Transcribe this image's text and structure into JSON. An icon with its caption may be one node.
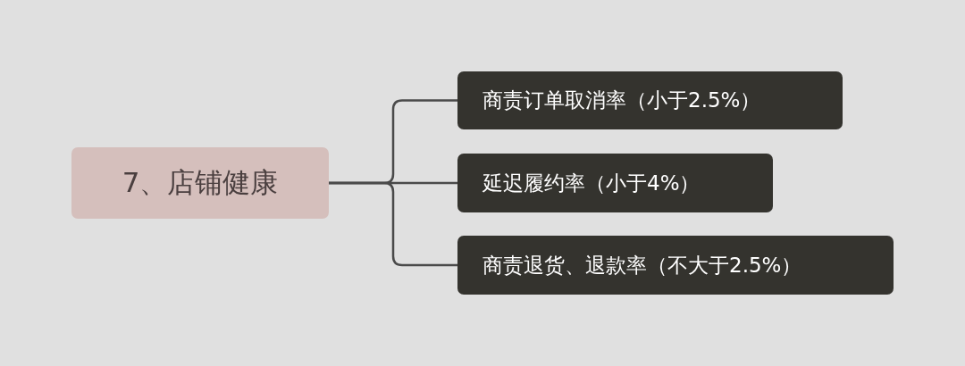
{
  "diagram": {
    "nodes": [
      {
        "text": [
          "7、店铺健康"
        ]
      },
      {
        "text": [
          "商责订单取消率（小于2.5%）"
        ]
      },
      {
        "text": [
          "延迟履约率（小于4%）"
        ]
      },
      {
        "text": [
          "商责退货、退款率（不大于2.5%）"
        ]
      }
    ],
    "edges": [
      {
        "from": 0,
        "to": 1,
        "arrow": "none"
      },
      {
        "from": 0,
        "to": 2,
        "arrow": "none"
      },
      {
        "from": 0,
        "to": 3,
        "arrow": "none"
      }
    ]
  }
}
